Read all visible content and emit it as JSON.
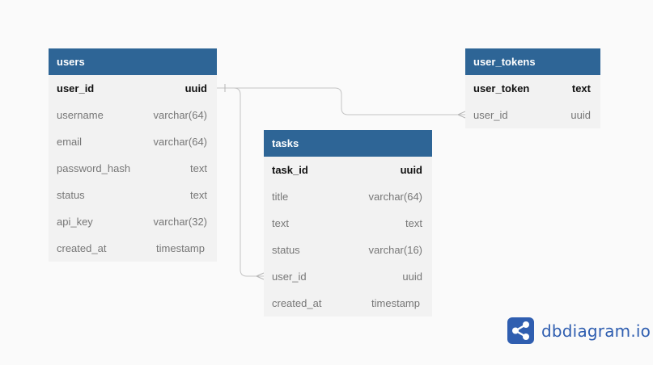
{
  "brand": {
    "logo_text": "dbdiagram.io",
    "logo_icon": "share-network-icon",
    "accent_color": "#2e6596",
    "logo_color": "#2f5eb0"
  },
  "tables": {
    "users": {
      "name": "users",
      "fields": [
        {
          "name": "user_id",
          "type": "uuid",
          "pk": true
        },
        {
          "name": "username",
          "type": "varchar(64)"
        },
        {
          "name": "email",
          "type": "varchar(64)"
        },
        {
          "name": "password_hash",
          "type": "text"
        },
        {
          "name": "status",
          "type": "text"
        },
        {
          "name": "api_key",
          "type": "varchar(32)"
        },
        {
          "name": "created_at",
          "type": "timestamp"
        }
      ]
    },
    "user_tokens": {
      "name": "user_tokens",
      "fields": [
        {
          "name": "user_token",
          "type": "text",
          "pk": true
        },
        {
          "name": "user_id",
          "type": "uuid"
        }
      ]
    },
    "tasks": {
      "name": "tasks",
      "fields": [
        {
          "name": "task_id",
          "type": "uuid",
          "pk": true
        },
        {
          "name": "title",
          "type": "varchar(64)"
        },
        {
          "name": "text",
          "type": "text"
        },
        {
          "name": "status",
          "type": "varchar(16)"
        },
        {
          "name": "user_id",
          "type": "uuid"
        },
        {
          "name": "created_at",
          "type": "timestamp"
        }
      ]
    }
  },
  "relations": [
    {
      "from": "users.user_id",
      "to": "user_tokens.user_id",
      "type": "one-to-many"
    },
    {
      "from": "users.user_id",
      "to": "tasks.user_id",
      "type": "one-to-many"
    }
  ]
}
